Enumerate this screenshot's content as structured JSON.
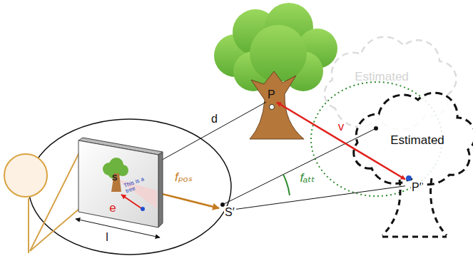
{
  "diagram": {
    "nodes": [
      {
        "text": [
          "S",
          "This is a tree"
        ]
      },
      {
        "text": [
          "P"
        ]
      },
      {
        "text": [
          "S′"
        ]
      },
      {
        "text": [
          "P′"
        ]
      }
    ],
    "edges": [
      {
        "from": 0,
        "to": 2,
        "arrow": "to",
        "label": "fₚₒₛ"
      },
      {
        "from": 0,
        "to": 1,
        "arrow": "none",
        "label": "d"
      },
      {
        "from": 1,
        "to": 3,
        "arrow": "both",
        "label": "v"
      },
      {
        "from": 2,
        "to": 3,
        "arrow": "none"
      }
    ],
    "labels": [
      "e",
      "l",
      "fₐₜₜ",
      "Estimated",
      "Estimated"
    ]
  }
}
